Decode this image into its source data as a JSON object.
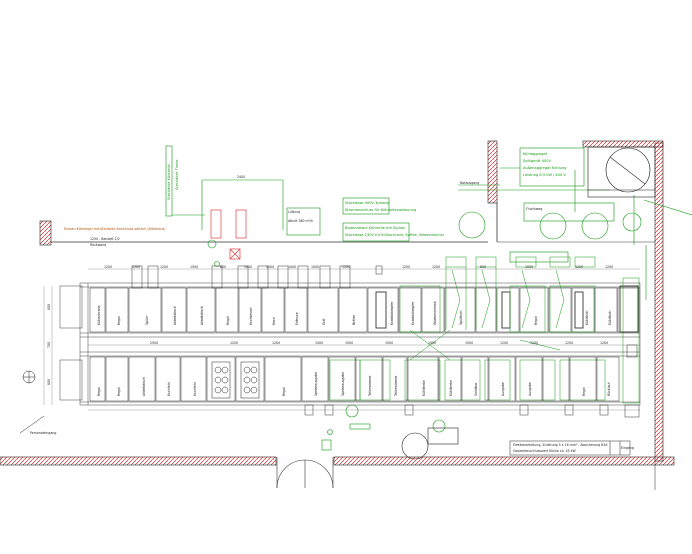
{
  "drawing": {
    "notes": {
      "top_left_banner": "Einbau Kühlregal mit Kühlzelle Anschluss seitlich (Kühlhaus)",
      "left_label": "Rückwand",
      "left_dim": "1250 - Bankett 1/2",
      "vertical_green_left": "Steckdose Kühlzelle",
      "vertical_green_mid": "Steckdose Theke",
      "center_green_1": "Steckdose 400V 3phasig",
      "center_green_2": "Stromanschluss für Kühlzellenabtauung",
      "center_green_3": "Bodenablauf Kühlzelle mit Siphon",
      "center_green_4": "Steckdose 230V für Kühlschrank, Kaffee, Wasserkocher",
      "right_green_1": "Kühlaggregat",
      "right_green_2": "Splitgerät 400V",
      "top_right_box_1": "Außenaggregat Kühlung",
      "top_right_box_2": "Leistung 8,5 kW / 400 V",
      "top_right_box_3": "Lüftung",
      "top_right_box_4": "Abluft 380 m³/h",
      "legend_1": "Notausgang",
      "legend_2": "Fluchtweg",
      "bottom_left": "Personaleingang",
      "bottom_right_1": "Elektroverteilung, Zuleitung 5 x 16 mm² - Absicherung 63A",
      "bottom_right_2": "Gesamtanschlusswert Küche ca. 45 kW",
      "bottom_right_tag": "Eingang"
    },
    "top_row": [
      "Kühlschrank",
      "Regal",
      "Spüle",
      "Arbeitstisch",
      "Arbeitstisch",
      "Regal",
      "Kochkessel",
      "Herd",
      "Friteuse",
      "Grill",
      "Bräter",
      "Kombidämpfer",
      "Kombidämpfer",
      "Wärmeschrank",
      "Spültisch",
      "Regal",
      "Kühltisch",
      "Kühltisch"
    ],
    "bottom_row": [
      "Regal",
      "Regal",
      "Arbeitstisch",
      "Kochfeld",
      "Kochfeld",
      "Regal",
      "Speiseausgabe",
      "Speiseausgabe",
      "Tellerwärmer",
      "Tellerwärmer",
      "Kühltheke",
      "Kühltheke",
      "Salatbar",
      "Ausgabe",
      "Ausgabe",
      "Regal",
      "Rücklauf"
    ],
    "dims_top": [
      "1200",
      "1200",
      "1200",
      "1500",
      "800",
      "1000",
      "1000",
      "1000",
      "1000",
      "1200",
      "1200",
      "1200",
      "800",
      "1000",
      "1200",
      "1200"
    ],
    "dims_mid": [
      "2500",
      "1200",
      "1200",
      "1500",
      "1500",
      "1500",
      "1500",
      "1500",
      "1200",
      "1200",
      "1200",
      "1200"
    ],
    "dims_left": [
      "800",
      "700",
      "800"
    ],
    "dim_top_span": "2400"
  }
}
